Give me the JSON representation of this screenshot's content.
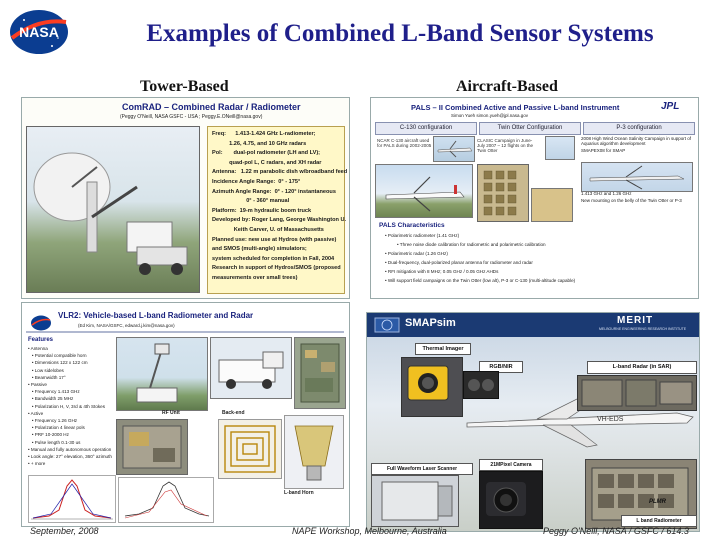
{
  "slide": {
    "title": "Examples of Combined L-Band Sensor Systems",
    "left_heading": "Tower-Based",
    "right_heading": "Aircraft-Based",
    "footer_left": "September, 2008",
    "footer_center": "NAPE Workshop, Melbourne, Australia",
    "footer_right": "Peggy O'Neill,  NASA / GSFC / 614.3"
  },
  "panel_combrad": {
    "title": "ComRAD – Combined Radar / Radiometer",
    "subtitle": "(Peggy O'Neill, NASA GSFC  - USA ; Peggy.E.ONeill@nasa.gov)",
    "spec_lines": [
      "Freq:      1.413-1.424 GHz L-radiometer;",
      "           1.26, 4.75, and 10 GHz radars",
      "Pol:       dual-pol radiometer (LH and LV);",
      "           quad-pol L, C radars, and XH radar",
      "Antenna:   1.22 m parabolic dish w/broadband feed",
      "Incidence Angle Range:  0° - 175°",
      "Azimuth Angle Range:  0° - 120° instantaneous",
      "                      0° - 360° manual",
      "Platform:  19-m hydraulic boom truck",
      "Developed by: Roger Lang, George Washington U.",
      "              Keith Carver, U. of Massachusetts",
      "Planned use: new use at Hydros (with passive)",
      "and SMOS (multi-angle) simulators;",
      "system scheduled for completion in Fall, 2004",
      "Research in support of Hydros/SMOS (proposed",
      "measurements over small trees)"
    ]
  },
  "panel_pals": {
    "title": "PALS – II   Combined Active and Passive L-band Instrument",
    "org": "JPL",
    "contact": "Simon Yueh  simon.yueh@jpl.nasa.gov",
    "tabs": [
      "C-130 configuration",
      "Twin Otter Configuration",
      "P-3 configuration"
    ],
    "notes": [
      "NCAR C-130 aircraft used for PALS during 2002-2005",
      "CLASIC Campaign in June-July 2007 – 12 flights on the Twin Otter",
      "2008 High Wind Ocean Salinity Campaign in support of Aquarius algorithm development",
      "SMAPEX08 for SMAP",
      "Planar antenna for combined radiometer and radar at 1.413 GHz and 1.26 GHz",
      "New mounting on the belly of the Twin Otter or P-3"
    ],
    "characteristics_title": "PALS Characteristics",
    "characteristics": [
      "Polarimetric radiometer (1.41 GHz)",
      "Three noise diode calibration for radiometric and polarimetric calibration",
      "Polarimetric radar (1.26 GHz)",
      "Dual-frequency, dual-polarized planar antenna for radiometer and radar",
      "RFI mitigation with 8 MHz; 0.05 GHz / 0.05 GHz AHDs",
      "Will support field campaigns on the Twin Otter (low alt), P-3 or C-130 (multi-altitude capable)"
    ]
  },
  "panel_vlr": {
    "title": "VLR2: Vehicle-based L-band Radiometer and Radar",
    "subtitle": "(Ed Kim, NASA/GSFC, edward.j.kim@nasa.gov)",
    "features_title": "Features",
    "features": [
      "Antenna",
      "  Potential compatible horn",
      "  Dimensions 122 x 122 cm",
      "  Low sidelobes",
      "  Beamwidth 17°",
      "Passive",
      "  Frequency 1.413 GHz",
      "  Bandwidth 25 MHz",
      "  Polarization H, V, 3rd & 4th Stokes",
      "Active",
      "  Frequency 1.26 GHz",
      "  Polarization 4 linear pols",
      "  PRF 10-2000 Hz",
      "  Pulse length 0.1-30 us",
      "Manual and fully autonomous operation",
      "Look angle: 27° elevation, 360° azimuth",
      "+ more"
    ],
    "labels": [
      "RF Unit",
      "Back-end",
      "L-band Horn"
    ]
  },
  "panel_smapsim": {
    "title": "SMAPsim",
    "org": "MERIT",
    "org_sub": "MELBOURNE ENGINEERING RESEARCH INSTITUTE",
    "labels": [
      "Thermal Imager",
      "RGB/NIR",
      "L-band Radar (in SAR)",
      "Full Waveform Laser Scanner",
      "21MPixel Camera",
      "PLMR",
      "L band Radiometer"
    ]
  },
  "colors": {
    "title_blue": "#1f1f8a",
    "nasa_blue": "#0b3d91",
    "nasa_red": "#fc3d21"
  }
}
